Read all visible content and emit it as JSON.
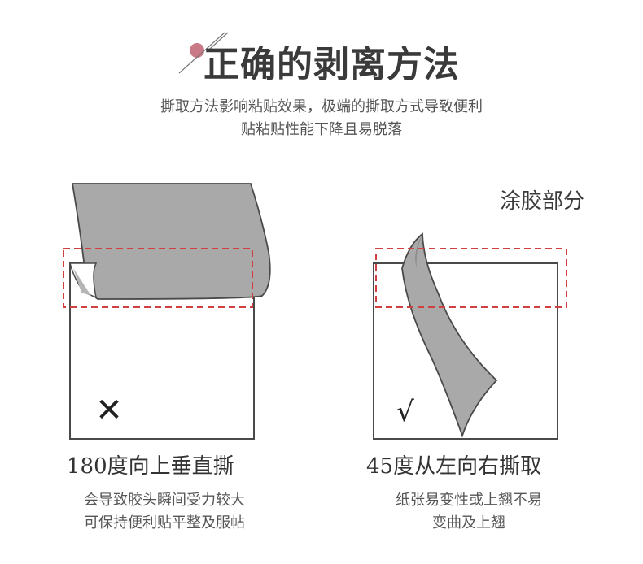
{
  "header": {
    "title": "正确的剥离方法",
    "subtitle_line1": "撕取方法影响粘贴效果，极端的撕取方式导致便利",
    "subtitle_line2": "贴粘贴性能下降且易脱落"
  },
  "glue_label": "涂胶部分",
  "left_panel": {
    "mark": "✕",
    "title": "180度向上垂直撕",
    "desc_line1": "会导致胶头瞬间受力较大",
    "desc_line2": "可保持便利贴平整及服帖"
  },
  "right_panel": {
    "mark": "√",
    "title": "45度从左向右撕取",
    "desc_line1": "纸张易变性或上翘不易",
    "desc_line2": "变曲及上翘"
  },
  "colors": {
    "accent_dot": "#c97a86",
    "dashed_box": "#d04040",
    "paper_gray": "#a9a9a9",
    "outline": "#4a4a4a"
  }
}
